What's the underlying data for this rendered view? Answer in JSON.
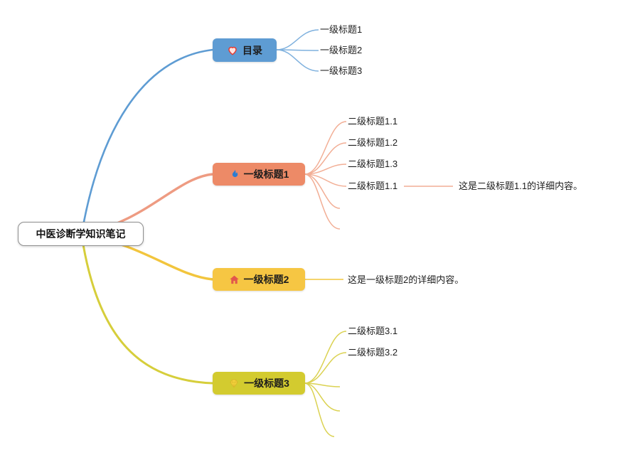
{
  "root": {
    "label": "中医诊断学知识笔记"
  },
  "branches": [
    {
      "label": "目录",
      "icon": "heart-icon",
      "color": "#5E9CD3",
      "children": [
        {
          "label": "一级标题1"
        },
        {
          "label": "一级标题2"
        },
        {
          "label": "一级标题3"
        }
      ]
    },
    {
      "label": "一级标题1",
      "icon": "flame-icon",
      "color": "#ED8A67",
      "children": [
        {
          "label": "二级标题1.1"
        },
        {
          "label": "二级标题1.2"
        },
        {
          "label": "二级标题1.3"
        },
        {
          "label": "二级标题1.1",
          "detail": "这是二级标题1.1的详细内容。"
        }
      ]
    },
    {
      "label": "一级标题2",
      "icon": "home-icon",
      "color": "#F6C643",
      "detail": "这是一级标题2的详细内容。"
    },
    {
      "label": "一级标题3",
      "icon": "gem-icon",
      "color": "#D3CB2F",
      "children": [
        {
          "label": "二级标题3.1"
        },
        {
          "label": "二级标题3.2"
        }
      ]
    }
  ],
  "colors": {
    "branch_catalog": "#5E9CD3",
    "branch_h1": "#ED8A67",
    "branch_h2": "#F6C643",
    "branch_h3": "#D3CB2F",
    "connector_h1_light": "#F2AE95",
    "connector_h2_light": "#F2C53D",
    "connector_h3_light": "#DBD252",
    "heart_icon": "#E4392E",
    "flame_icon": "#2D7CD1",
    "home_icon": "#E2574C",
    "gem_icon": "#F7D33D"
  }
}
